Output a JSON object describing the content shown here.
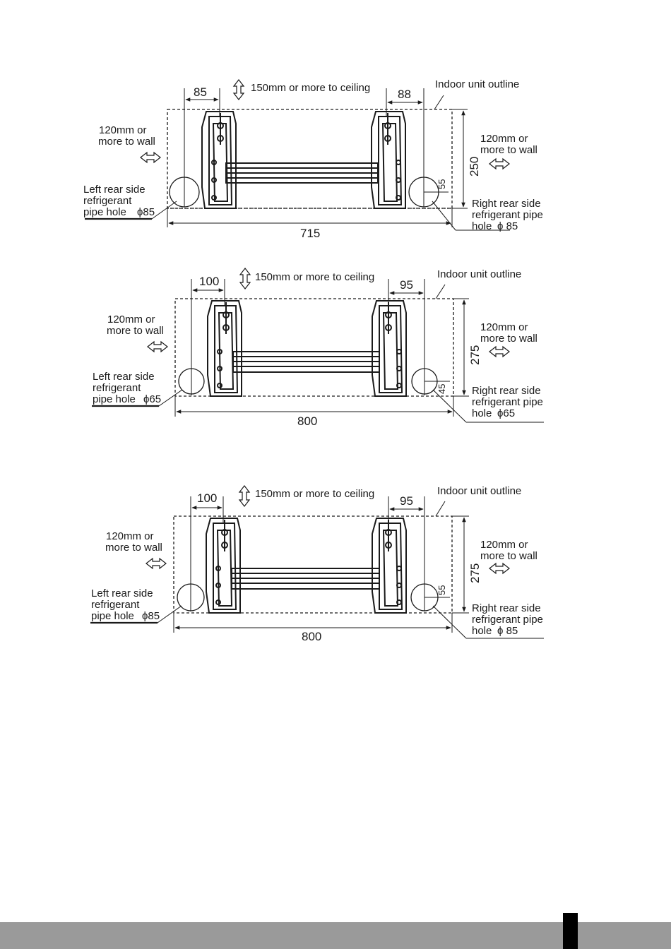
{
  "diagrams": [
    {
      "left_dim": "85",
      "right_dim": "88",
      "ceiling": "150mm or more to ceiling",
      "outline": "Indoor unit outline",
      "left_wall_line1": "120mm or",
      "left_wall_line2": "more to wall",
      "right_wall_line1": "120mm or",
      "right_wall_line2": "more to wall",
      "height": "250",
      "right_offset": "55",
      "width": "715",
      "left_hole_line1": "Left rear side",
      "left_hole_line2": "refrigerant",
      "left_hole_line3": "pipe hole",
      "left_hole_size": "ϕ85",
      "right_hole_line1": "Right rear side",
      "right_hole_line2": "refrigerant pipe",
      "right_hole_line3": "hole",
      "right_hole_size": "ϕ 85"
    },
    {
      "left_dim": "100",
      "right_dim": "95",
      "ceiling": "150mm or more to ceiling",
      "outline": "Indoor unit outline",
      "left_wall_line1": "120mm or",
      "left_wall_line2": "more to wall",
      "right_wall_line1": "120mm or",
      "right_wall_line2": "more to wall",
      "height": "275",
      "right_offset": "45",
      "width": "800",
      "left_hole_line1": "Left rear side",
      "left_hole_line2": "refrigerant",
      "left_hole_line3": "pipe hole",
      "left_hole_size": "ϕ65",
      "right_hole_line1": "Right rear side",
      "right_hole_line2": "refrigerant pipe",
      "right_hole_line3": "hole",
      "right_hole_size": "ϕ65"
    },
    {
      "left_dim": "100",
      "right_dim": "95",
      "ceiling": "150mm or more to ceiling",
      "outline": "Indoor unit outline",
      "left_wall_line1": "120mm or",
      "left_wall_line2": "more to wall",
      "right_wall_line1": "120mm or",
      "right_wall_line2": "more to wall",
      "height": "275",
      "right_offset": "55",
      "width": "800",
      "left_hole_line1": "Left rear side",
      "left_hole_line2": "refrigerant",
      "left_hole_line3": "pipe hole",
      "left_hole_size": "ϕ85",
      "right_hole_line1": "Right rear side",
      "right_hole_line2": "refrigerant pipe",
      "right_hole_line3": "hole",
      "right_hole_size": "ϕ 85"
    }
  ],
  "colors": {
    "line": "#1a1a1a",
    "footer": "#9a9a9a",
    "tab": "#000000"
  }
}
